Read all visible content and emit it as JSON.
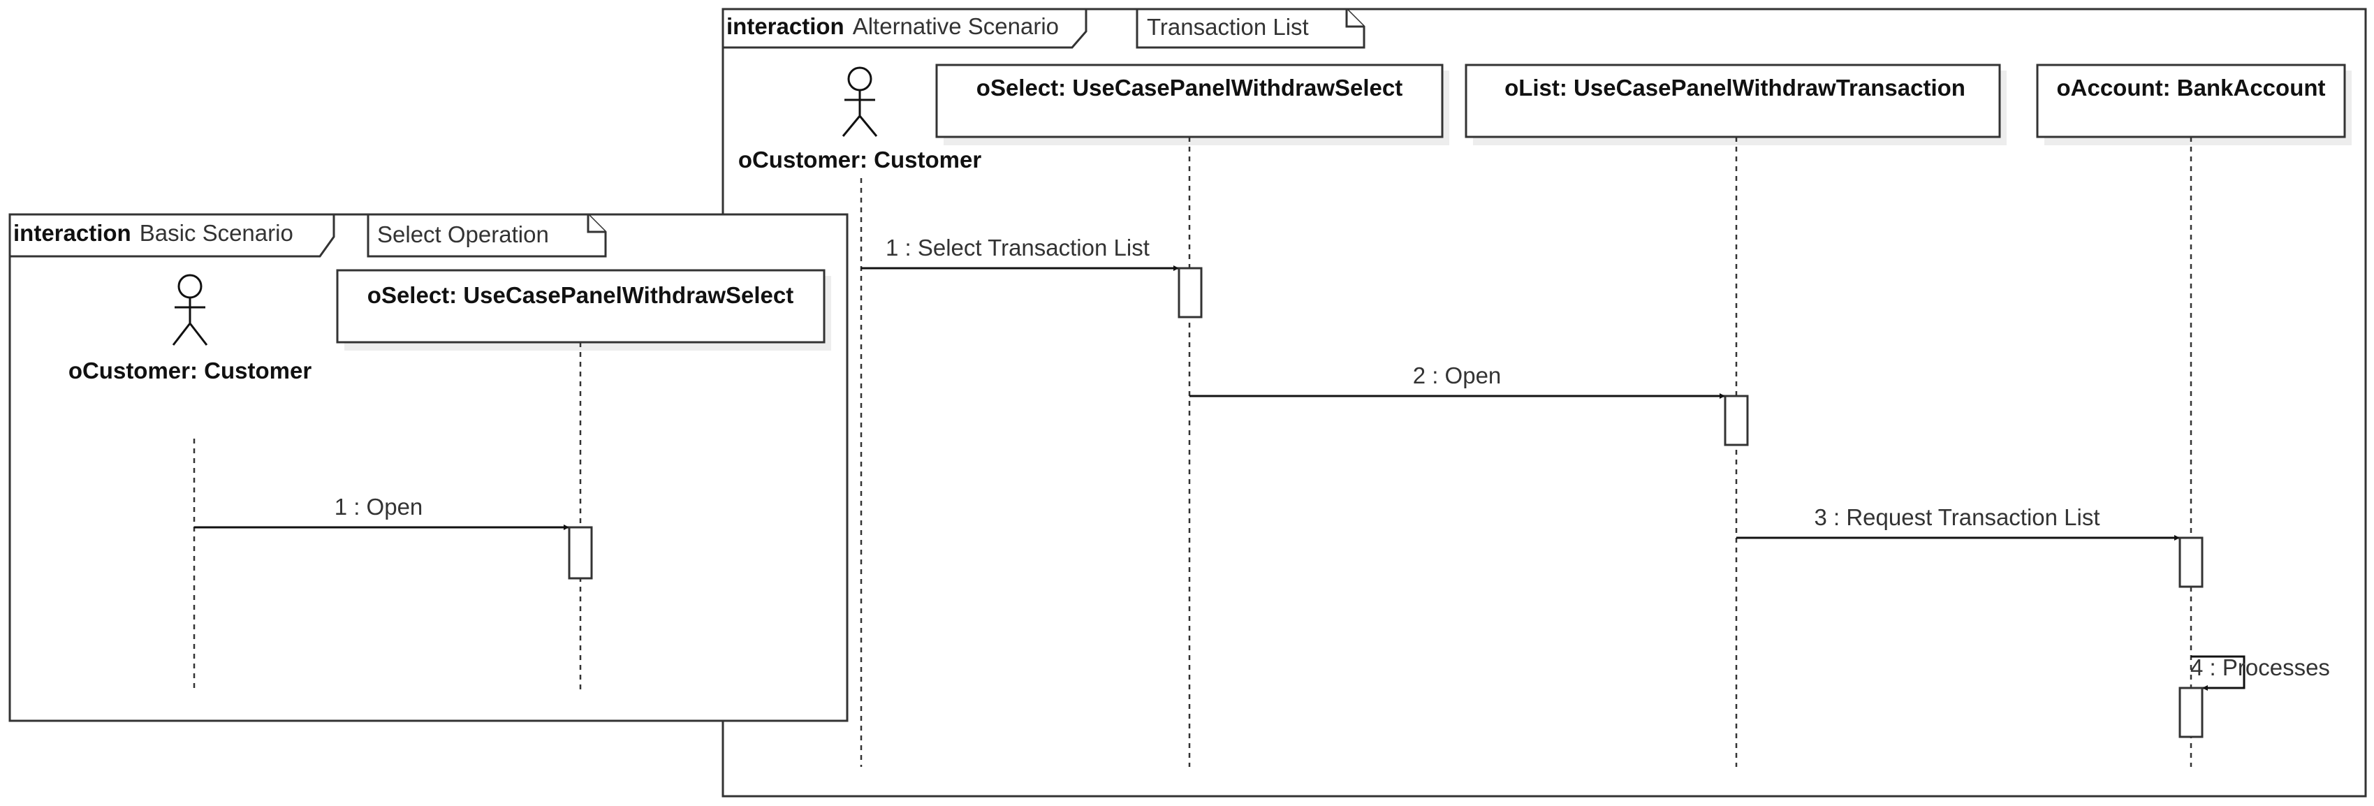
{
  "colors": {
    "line": "#333333",
    "text": "#333333",
    "background": "#ffffff",
    "shadow": "#ededed"
  },
  "basic": {
    "keyword": "interaction",
    "name": "Basic Scenario",
    "note": "Select Operation",
    "actor": "oCustomer: Customer",
    "lifeline_select": "oSelect: UseCasePanelWithdrawSelect",
    "msg1": "1 : Open"
  },
  "alt": {
    "keyword": "interaction",
    "name": "Alternative Scenario",
    "note": "Transaction List",
    "actor": "oCustomer: Customer",
    "lifeline_select": "oSelect: UseCasePanelWithdrawSelect",
    "lifeline_list": "oList: UseCasePanelWithdrawTransaction",
    "lifeline_account": "oAccount: BankAccount",
    "msg1": "1 : Select Transaction List",
    "msg2": "2 : Open",
    "msg3": "3 : Request Transaction List",
    "msg4": "4 : Processes"
  }
}
